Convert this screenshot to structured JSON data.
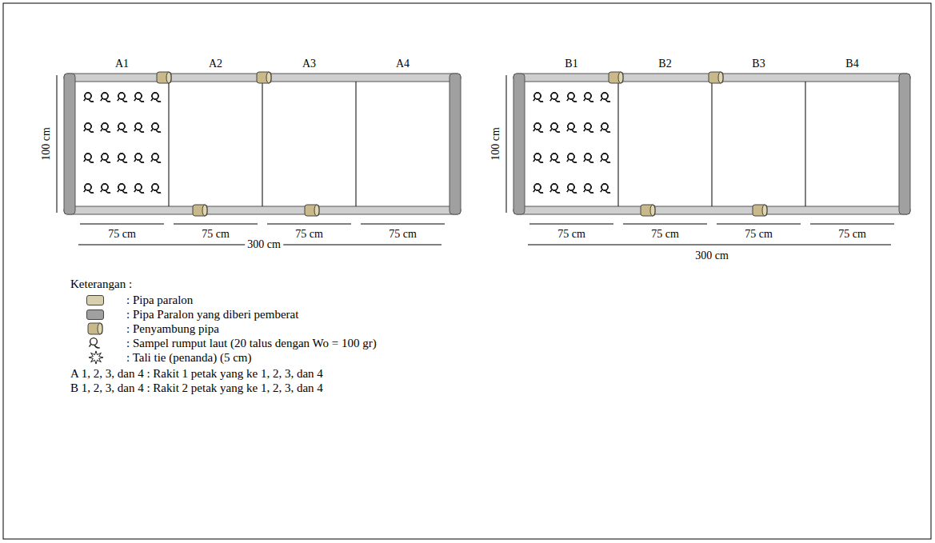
{
  "diagram": {
    "nodes": [
      {
        "text": [
          "A1"
        ]
      },
      {
        "text": [
          "A2"
        ]
      },
      {
        "text": [
          "A3"
        ]
      },
      {
        "text": [
          "A4"
        ]
      },
      {
        "text": [
          "B1"
        ]
      },
      {
        "text": [
          "B2"
        ]
      },
      {
        "text": [
          "B3"
        ]
      },
      {
        "text": [
          "B4"
        ]
      }
    ],
    "labels": [
      "100 cm",
      "75 cm",
      "75 cm",
      "75 cm",
      "75 cm",
      "300 cm",
      "100 cm",
      "75 cm",
      "75 cm",
      "75 cm",
      "75 cm",
      "300 cm",
      "Keterangan :",
      "A 1, 2, 3, dan 4 : Rakit 1 petak yang ke 1, 2, 3, dan 4",
      "B 1, 2, 3, dan 4 : Rakit 2 petak yang ke 1, 2, 3, dan 4"
    ],
    "legend": [
      {
        "text": ": Pipa paralon",
        "color": "#d8cfae"
      },
      {
        "text": ": Pipa Paralon yang diberi pemberat",
        "color": "#a0a0a0"
      },
      {
        "text": ": Penyambung pipa"
      },
      {
        "text": ": Sampel rumput laut (20 talus dengan Wo = 100 gr)"
      },
      {
        "text": ": Tali tie (penanda) (5 cm)"
      }
    ]
  }
}
